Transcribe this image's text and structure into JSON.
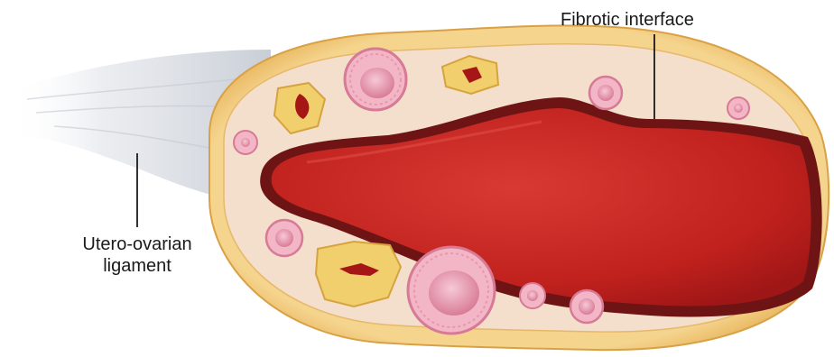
{
  "labels": {
    "fibrotic_interface": "Fibrotic interface",
    "utero_ovarian_line1": "Utero-ovarian",
    "utero_ovarian_line2": "ligament"
  },
  "colors": {
    "capsule_fill": "#f2cc7f",
    "capsule_edge": "#e0a94a",
    "stroma": "#f3dec9",
    "hematoma": "#c3231f",
    "hematoma_dark": "#6e1414",
    "follicle_pink": "#e9a0b4",
    "corpus_yellow": "#f0cd6a",
    "ligament": "#d9dde4"
  },
  "icons": [
    "utero-ovarian-ligament",
    "ovary-capsule",
    "hematoma",
    "follicle",
    "corpus-albicans"
  ]
}
